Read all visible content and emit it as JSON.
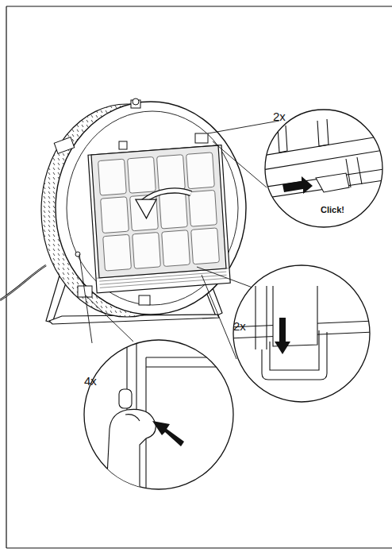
{
  "diagram": {
    "labels": [
      "2x",
      "Click!",
      "2x",
      "4x"
    ]
  }
}
